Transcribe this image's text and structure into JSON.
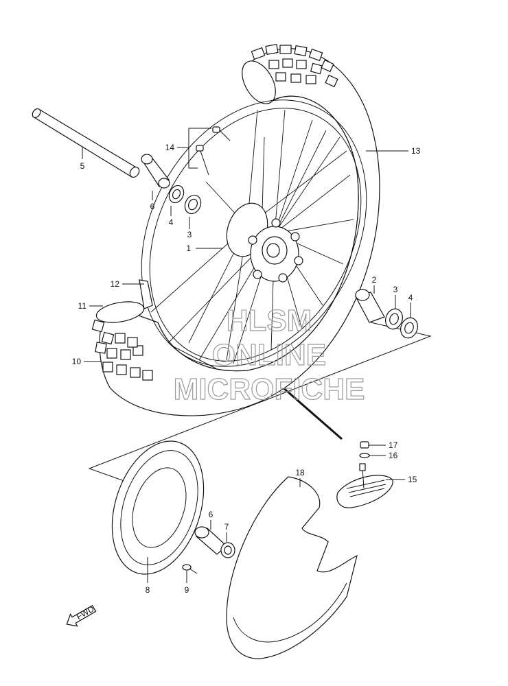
{
  "labels": {
    "p1": "1",
    "p2": "2",
    "p3a": "3",
    "p3b": "3",
    "p4a": "4",
    "p4b": "4",
    "p5": "5",
    "p6a": "6",
    "p6b": "6",
    "p7": "7",
    "p8": "8",
    "p9": "9",
    "p10": "10",
    "p11": "11",
    "p12": "12",
    "p13": "13",
    "p14": "14",
    "p15": "15",
    "p16": "16",
    "p17": "17",
    "p18": "18"
  },
  "watermark": {
    "line1": "HLSM",
    "line2": "ONLINE",
    "line3": "MICROFICHE"
  },
  "fwd": "FWD"
}
